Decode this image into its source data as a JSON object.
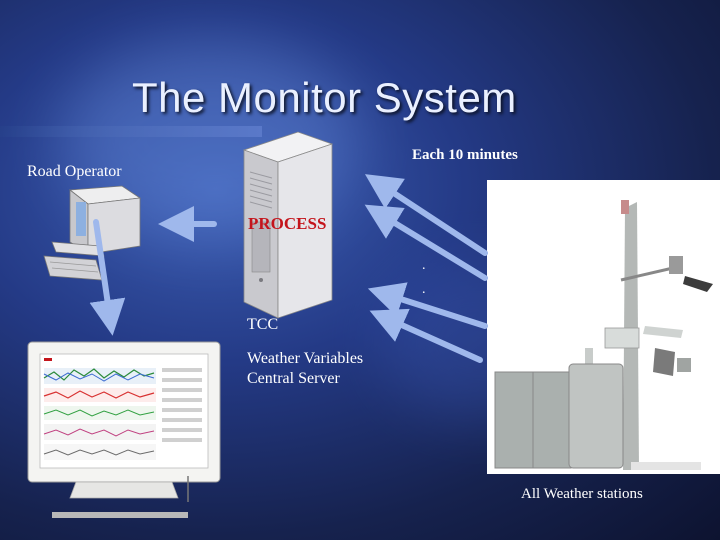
{
  "slide": {
    "title": "The Monitor System",
    "road_operator_label": "Road Operator",
    "interval_label": "Each 10 minutes",
    "process_label": "PROCESS",
    "tcc_label": "TCC",
    "server_label_line1": "Weather Variables",
    "server_label_line2": "Central Server",
    "stations_label": "All Weather stations",
    "dots": [
      ".",
      "."
    ]
  },
  "colors": {
    "background": "#1f3480",
    "arrow": "#9fb8ec",
    "process_text": "#c4151c"
  }
}
